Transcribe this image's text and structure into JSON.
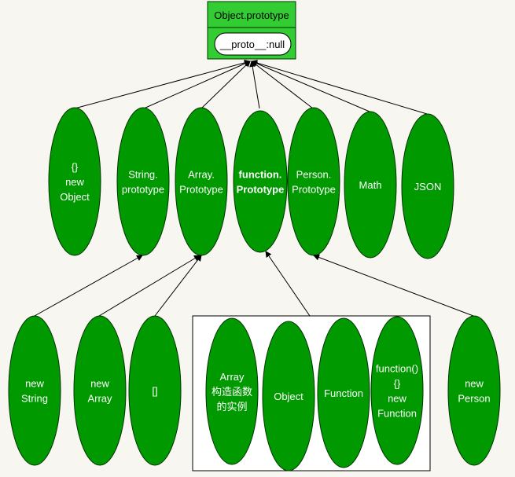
{
  "colors": {
    "node_fill": "#009900",
    "node_stroke": "#003300",
    "box_fill": "#33cc33",
    "background": "#f8f6f1"
  },
  "root": {
    "title": "Object.prototype",
    "proto_label": "__proto__:null"
  },
  "middle_nodes": [
    {
      "lines": [
        "{}",
        "new",
        "Object"
      ]
    },
    {
      "lines": [
        "String.",
        "prototype"
      ]
    },
    {
      "lines": [
        "Array.",
        "Prototype"
      ]
    },
    {
      "lines": [
        "function.",
        "Prototype"
      ],
      "bold": true
    },
    {
      "lines": [
        "Person.",
        "Prototype"
      ]
    },
    {
      "lines": [
        "Math"
      ]
    },
    {
      "lines": [
        "JSON"
      ]
    }
  ],
  "bottom_nodes": [
    {
      "lines": [
        "new",
        "String"
      ]
    },
    {
      "lines": [
        "new",
        "Array"
      ]
    },
    {
      "lines": [
        "[]"
      ]
    },
    {
      "lines": [
        "Array",
        "构造函数",
        "的实例"
      ]
    },
    {
      "lines": [
        "Object"
      ]
    },
    {
      "lines": [
        "Function"
      ]
    },
    {
      "lines": [
        "function()",
        "{}",
        "new",
        "Function"
      ]
    },
    {
      "lines": [
        "new",
        "Person"
      ]
    }
  ]
}
